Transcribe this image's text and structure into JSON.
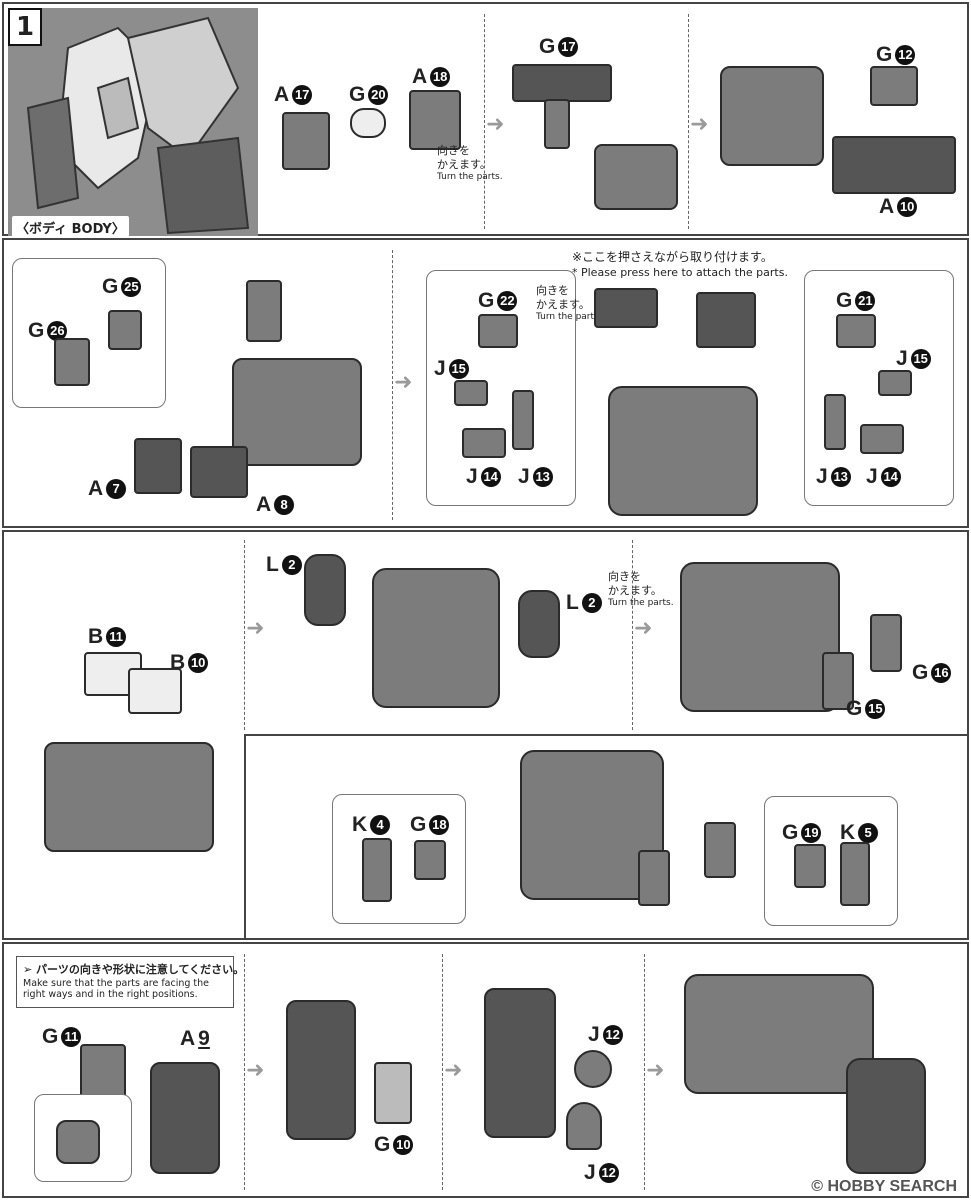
{
  "step": {
    "number": "1",
    "title": "〈ボディ BODY〉"
  },
  "notes": {
    "turn_jp": "向きを\nかえます。",
    "turn_en": "Turn the parts.",
    "press_jp": "※ここを押さえながら取り付けます。",
    "press_en": "* Please press here to attach the parts.",
    "caution_jp": "パーツの向きや形状に注意してください。",
    "caution_en": "Make sure that the parts are facing the right ways and in the right positions."
  },
  "labels": {
    "row1": [
      {
        "letter": "A",
        "num": "17"
      },
      {
        "letter": "G",
        "num": "20"
      },
      {
        "letter": "A",
        "num": "18"
      },
      {
        "letter": "G",
        "num": "17"
      },
      {
        "letter": "G",
        "num": "12"
      },
      {
        "letter": "A",
        "num": "10"
      }
    ],
    "row2": [
      {
        "letter": "G",
        "num": "25"
      },
      {
        "letter": "G",
        "num": "26"
      },
      {
        "letter": "A",
        "num": "7"
      },
      {
        "letter": "A",
        "num": "8"
      },
      {
        "letter": "G",
        "num": "22"
      },
      {
        "letter": "J",
        "num": "15"
      },
      {
        "letter": "J",
        "num": "14"
      },
      {
        "letter": "J",
        "num": "13"
      },
      {
        "letter": "G",
        "num": "21"
      },
      {
        "letter": "J",
        "num": "15"
      },
      {
        "letter": "J",
        "num": "13"
      },
      {
        "letter": "J",
        "num": "14"
      }
    ],
    "row3": [
      {
        "letter": "B",
        "num": "11"
      },
      {
        "letter": "B",
        "num": "10"
      },
      {
        "letter": "L",
        "num": "2"
      },
      {
        "letter": "L",
        "num": "2"
      },
      {
        "letter": "G",
        "num": "16"
      },
      {
        "letter": "G",
        "num": "15"
      },
      {
        "letter": "K",
        "num": "4"
      },
      {
        "letter": "G",
        "num": "18"
      },
      {
        "letter": "G",
        "num": "19"
      },
      {
        "letter": "K",
        "num": "5"
      }
    ],
    "row4": [
      {
        "letter": "G",
        "num": "11"
      },
      {
        "letter": "A",
        "num": "9"
      },
      {
        "letter": "G",
        "num": "10"
      },
      {
        "letter": "J",
        "num": "12"
      },
      {
        "letter": "J",
        "num": "12"
      }
    ]
  },
  "watermark": "© HOBBY SEARCH"
}
